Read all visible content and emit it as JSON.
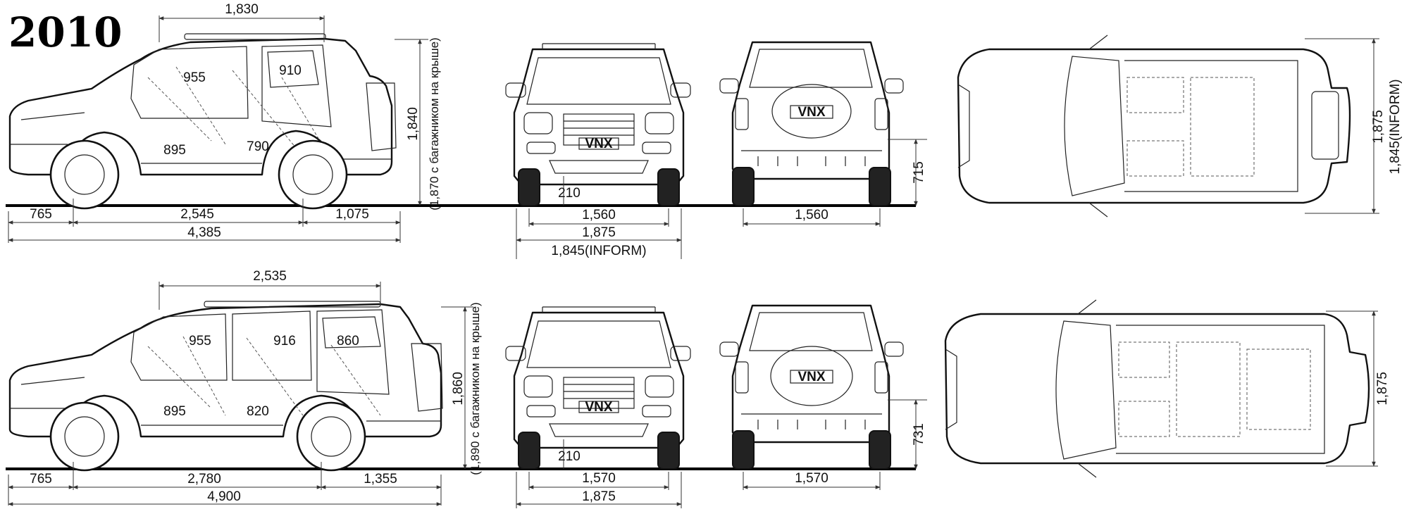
{
  "year_label": "2010",
  "badge_text": "VNX",
  "top": {
    "side": {
      "roof_length": "1,830",
      "front_overhang": "765",
      "wheelbase": "2,545",
      "rear_overhang": "1,075",
      "overall_length": "4,385",
      "height": "1,840",
      "height_with_rack": "(1,870 с багажником на крыше)",
      "headroom_front": "955",
      "headroom_rear": "910",
      "legroom_front": "895",
      "legroom_rear": "790"
    },
    "front": {
      "ground_clearance": "210",
      "track": "1,560",
      "width": "1,875",
      "width_inform": "1,845(INFORM)"
    },
    "rear": {
      "track": "1,560",
      "height": "715"
    },
    "plan": {
      "width": "1,875",
      "width_inform": "1,845(INFORM)"
    }
  },
  "bottom": {
    "side": {
      "roof_length": "2,535",
      "front_overhang": "765",
      "wheelbase": "2,780",
      "rear_overhang": "1,355",
      "overall_length": "4,900",
      "height": "1,860",
      "height_with_rack": "(1,890 с багажником на крыше)",
      "headroom_front": "955",
      "headroom_mid": "916",
      "headroom_rear": "860",
      "legroom_front": "895",
      "legroom_rear": "820"
    },
    "front": {
      "ground_clearance": "210",
      "track": "1,570",
      "width": "1,875"
    },
    "rear": {
      "track": "1,570",
      "height": "731"
    },
    "plan": {
      "width": "1,875"
    }
  }
}
